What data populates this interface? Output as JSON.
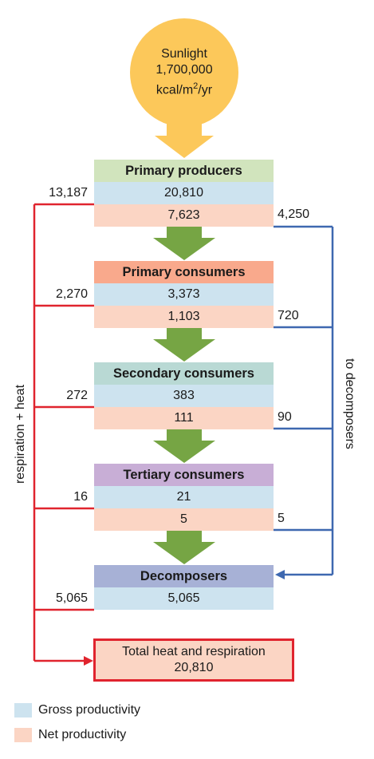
{
  "sun": {
    "line1": "Sunlight",
    "line2": "1,700,000",
    "unit_base": "kcal/m",
    "unit_sup": "2",
    "unit_tail": "/yr",
    "color": "#fcc85a"
  },
  "levels": [
    {
      "name": "Primary producers",
      "header_color": "#d1e4bd",
      "gross": "20,810",
      "net": "7,623",
      "respiration": "13,187",
      "decomposers": "4,250"
    },
    {
      "name": "Primary consumers",
      "header_color": "#f9a98c",
      "gross": "3,373",
      "net": "1,103",
      "respiration": "2,270",
      "decomposers": "720"
    },
    {
      "name": "Secondary consumers",
      "header_color": "#b9d9d4",
      "gross": "383",
      "net": "111",
      "respiration": "272",
      "decomposers": "90"
    },
    {
      "name": "Tertiary consumers",
      "header_color": "#c8aed6",
      "gross": "21",
      "net": "5",
      "respiration": "16",
      "decomposers": "5"
    },
    {
      "name": "Decomposers",
      "header_color": "#a7b1d6",
      "gross": "5,065",
      "respiration": "5,065"
    }
  ],
  "total": {
    "line1": "Total heat and respiration",
    "line2": "20,810"
  },
  "side_labels": {
    "left": "respiration + heat",
    "right": "to decomposers"
  },
  "legend": [
    {
      "label": "Gross productivity",
      "color": "#cde3ef"
    },
    {
      "label": "Net productivity",
      "color": "#fbd5c4"
    }
  ],
  "colors": {
    "respiration_line": "#e0242e",
    "decomposer_line": "#3e68b0",
    "arrow_green": "#76a544",
    "sun_arrow": "#fcc85a"
  }
}
